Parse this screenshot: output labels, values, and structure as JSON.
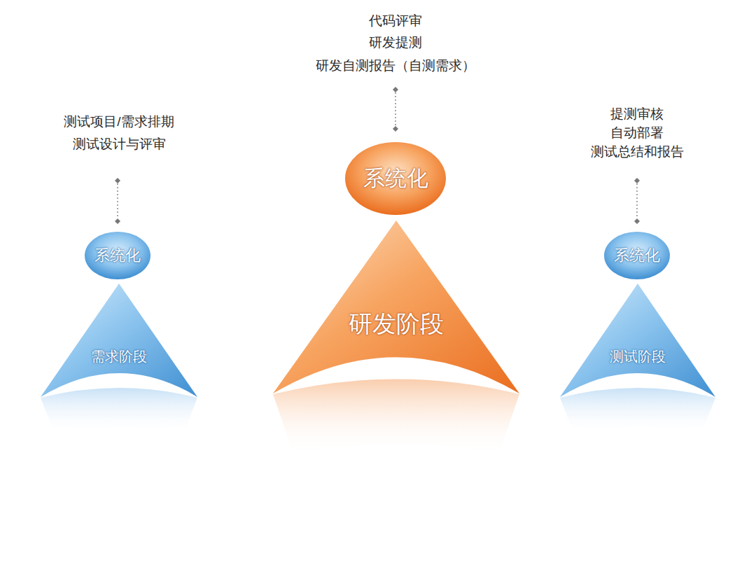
{
  "diagram": {
    "nodes": [
      {
        "text": [
          "系统化"
        ]
      },
      {
        "text": [
          "需求阶段"
        ]
      },
      {
        "text": [
          "系统化"
        ]
      },
      {
        "text": [
          "研发阶段"
        ]
      },
      {
        "text": [
          "系统化"
        ]
      },
      {
        "text": [
          "测试阶段"
        ]
      }
    ],
    "labels": [
      "测试项目/需求排期",
      "测试设计与评审",
      "代码评审",
      "研发提测",
      "研发自测报告（自测需求）",
      "提测审核",
      "自动部署",
      "测试总结和报告"
    ]
  }
}
